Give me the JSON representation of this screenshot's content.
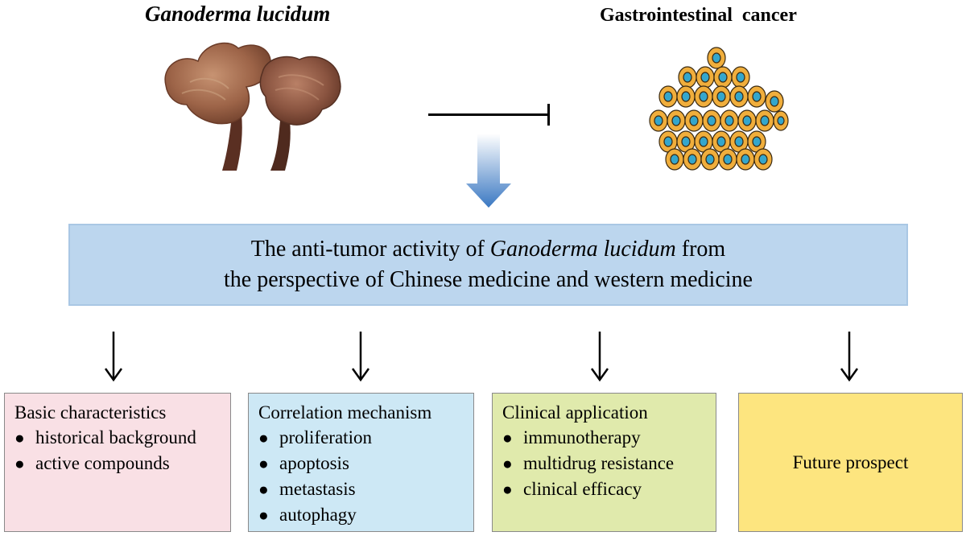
{
  "titles": {
    "left_source": "Ganoderma lucidum",
    "right_target": "Gastrointestinal cancer"
  },
  "central": {
    "line1_pre": "The anti-tumor activity of ",
    "line1_italic": "Ganoderma lucidum",
    "line1_post": " from",
    "line2": "the perspective of Chinese medicine and western medicine"
  },
  "boxes": [
    {
      "heading": "Basic characteristics",
      "items": [
        "historical background",
        "active compounds"
      ],
      "color": "#f9e0e5"
    },
    {
      "heading": "Correlation mechanism",
      "items": [
        "proliferation",
        "apoptosis",
        "metastasis",
        "autophagy"
      ],
      "color": "#cde8f5"
    },
    {
      "heading": "Clinical application",
      "items": [
        "immunotherapy",
        "multidrug resistance",
        "clinical efficacy"
      ],
      "color": "#e0eaac"
    },
    {
      "heading": "Future prospect",
      "items": [],
      "color": "#fde57f"
    }
  ],
  "colors": {
    "central_fill": "#bcd6ee",
    "down_arrow_top": "#ffffff",
    "down_arrow_bottom": "#3a78c2",
    "cell_outer": "#f0ae3c",
    "cell_nucleus": "#34a6cc"
  },
  "icons": {
    "mushroom": "ganoderma-mushroom-image",
    "cancer": "cancer-cell-cluster-image",
    "inhibition": "inhibition-arrow",
    "flow": "blue-gradient-down-arrow"
  }
}
